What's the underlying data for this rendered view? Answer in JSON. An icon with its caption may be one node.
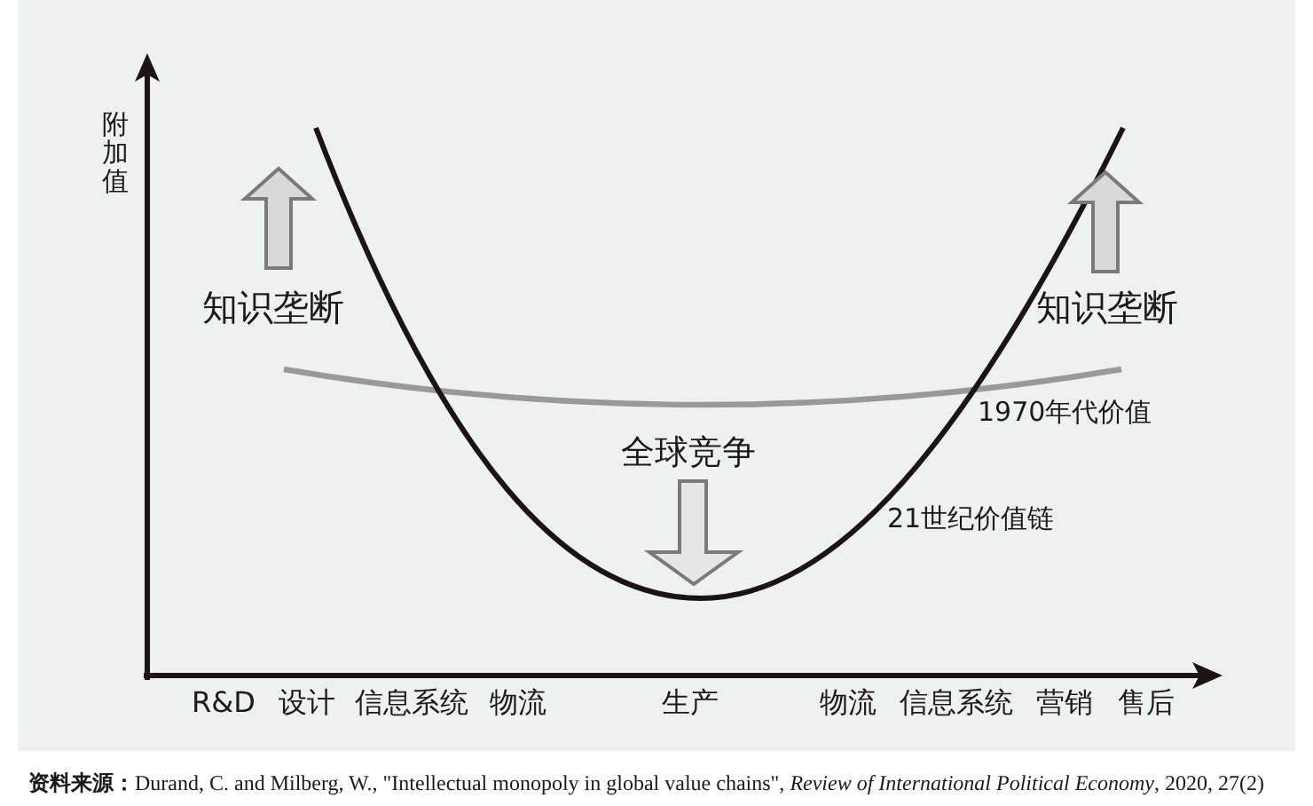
{
  "diagram": {
    "caption": "**资料来源：**Durand, C. and Milberg, W., \"Intellectual monopoly in global value chains\", *Review of International Political Economy*, 2020, 27(2)",
    "labels": [
      "附加值",
      "知识垄断",
      "知识垄断",
      "1970年代价值",
      "全球竞争",
      "21世纪价值链",
      "R&D",
      "设计",
      "信息系统",
      "物流",
      "生产",
      "物流",
      "信息系统",
      "营销",
      "售后"
    ]
  }
}
